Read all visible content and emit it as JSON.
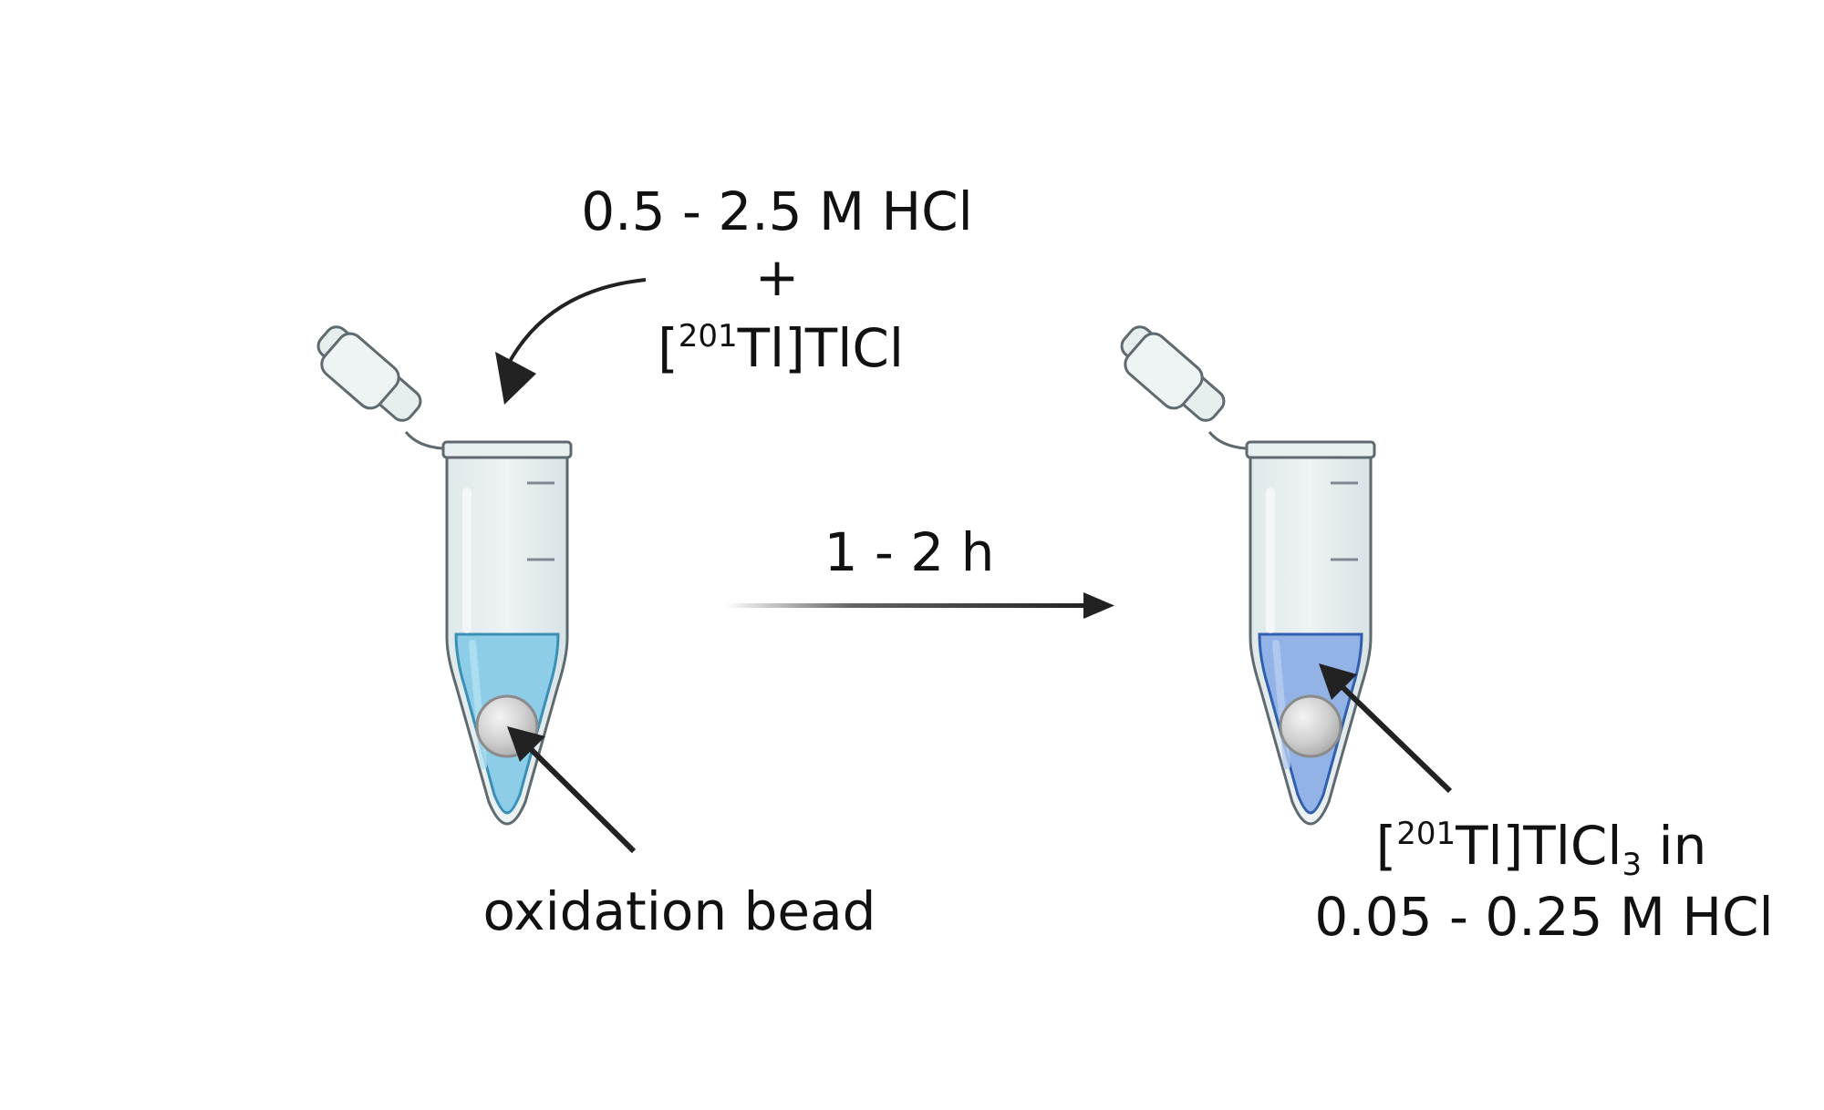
{
  "reagent": {
    "line1": "0.5 - 2.5 M HCl",
    "line2": "+",
    "line3_open": "[",
    "line3_sup": "201",
    "line3_rest": "Tl]TlCl"
  },
  "reaction": {
    "time": "1 - 2 h"
  },
  "bead_label": "oxidation bead",
  "product": {
    "line1_open": "[",
    "line1_sup": "201",
    "line1_mid": "Tl]TlCl",
    "line1_sub": "3",
    "line1_end": " in",
    "line2": "0.05 - 0.25 M HCl"
  },
  "colors": {
    "liquid_start": "#8dcde8",
    "liquid_product": "#93b3e6",
    "arrow": "#222222"
  }
}
